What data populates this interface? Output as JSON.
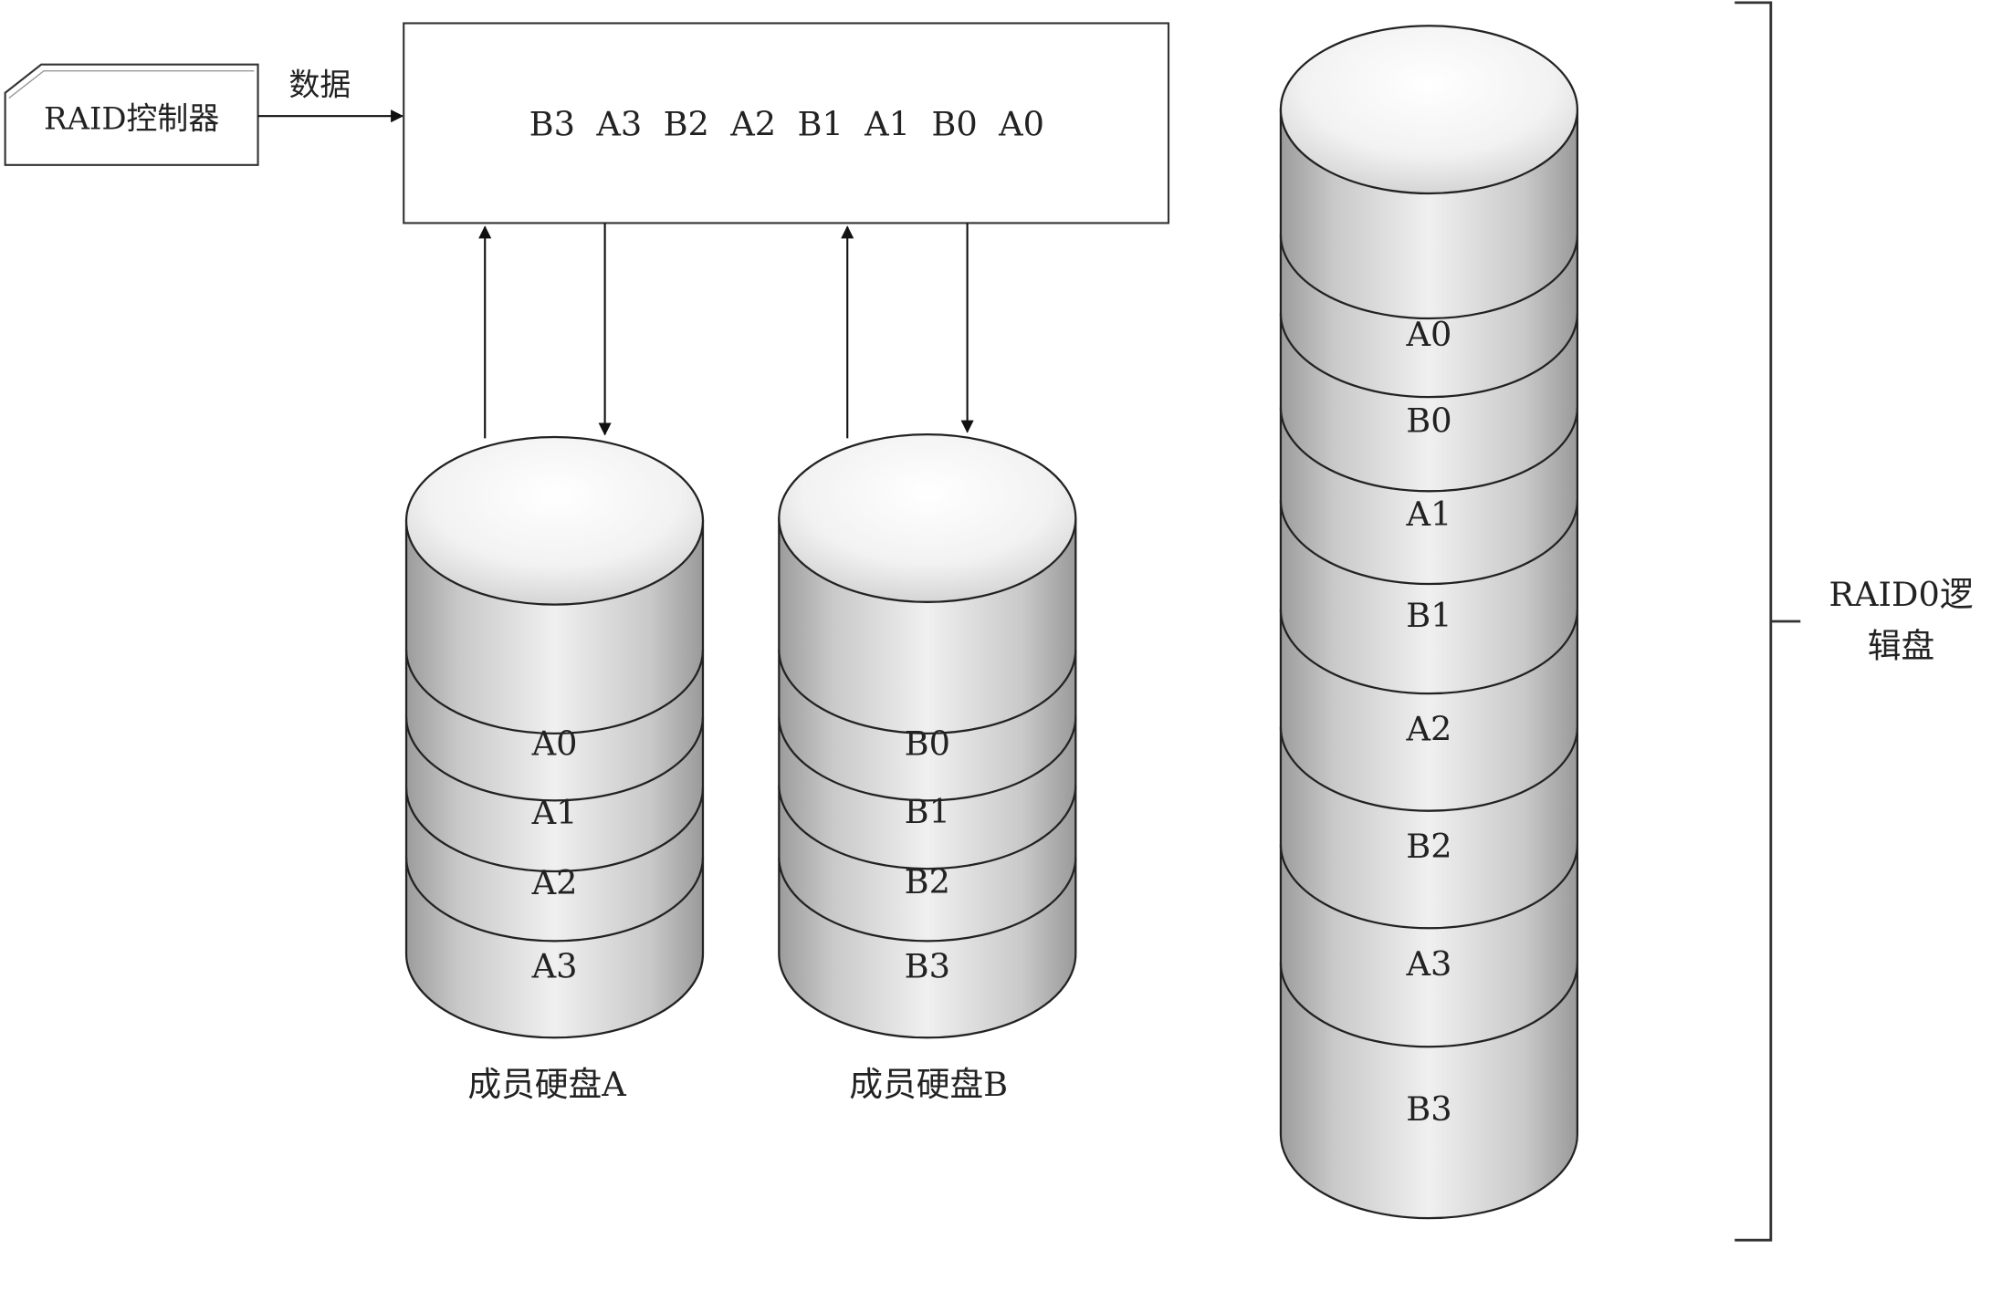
{
  "controller": {
    "label": "RAID控制器"
  },
  "data_arrow": {
    "label": "数据"
  },
  "data_stream": {
    "text": "B3  A3  B2  A2  B1  A1  B0  A0"
  },
  "disk_a": {
    "caption": "成员硬盘A",
    "blocks": [
      "A0",
      "A1",
      "A2",
      "A3"
    ]
  },
  "disk_b": {
    "caption": "成员硬盘B",
    "blocks": [
      "B0",
      "B1",
      "B2",
      "B3"
    ]
  },
  "logical_disk": {
    "blocks": [
      "A0",
      "B0",
      "A1",
      "B1",
      "A2",
      "B2",
      "A3",
      "B3"
    ]
  },
  "bracket": {
    "label_line1": "RAID0逻",
    "label_line2": "辑盘"
  }
}
